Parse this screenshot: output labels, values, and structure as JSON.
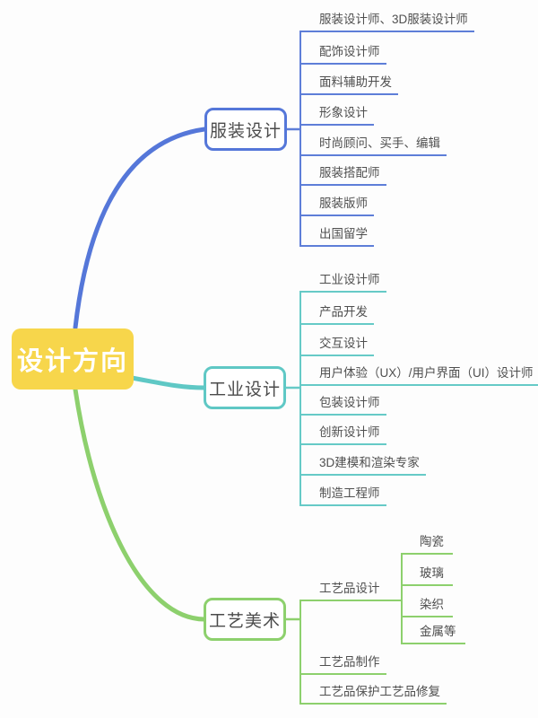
{
  "title": "设计方向思维导图",
  "colors": {
    "background": "#fdfdfd",
    "root_bg": "#f7d64b",
    "root_text": "#ffffff",
    "fashion_blue": "#5577d9",
    "industrial_teal": "#5fc8c5",
    "craft_green": "#8dd06d",
    "node_text": "#4b4b4b"
  },
  "root": {
    "label": "设计方向"
  },
  "branches": [
    {
      "label": "服装设计",
      "color": "#5577d9",
      "children": [
        "服装设计师、3D服装设计师",
        "配饰设计师",
        "面料辅助开发",
        "形象设计",
        "时尚顾问、买手、编辑",
        "服装搭配师",
        "服装版师",
        "出国留学"
      ]
    },
    {
      "label": "工业设计",
      "color": "#5fc8c5",
      "children": [
        "工业设计师",
        "产品开发",
        "交互设计",
        "用户体验（UX）/用户界面（UI）设计师",
        "包装设计师",
        "创新设计师",
        "3D建模和渲染专家",
        "制造工程师"
      ]
    },
    {
      "label": "工艺美术",
      "color": "#8dd06d",
      "children": [
        "工艺品设计",
        "工艺品制作",
        "工艺品保护工艺品修复"
      ],
      "grandchildren": [
        "陶瓷",
        "玻璃",
        "染织",
        "金属等"
      ]
    }
  ]
}
